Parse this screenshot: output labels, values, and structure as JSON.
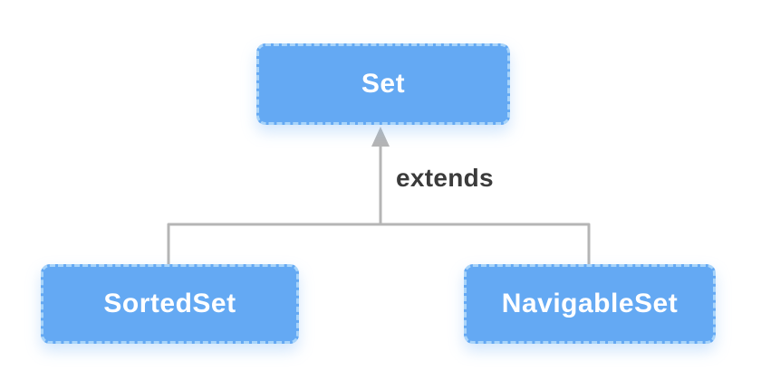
{
  "diagram": {
    "type": "class-hierarchy",
    "parent": {
      "label": "Set"
    },
    "relation_label": "extends",
    "children": [
      {
        "label": "SortedSet"
      },
      {
        "label": "NavigableSet"
      }
    ]
  },
  "colors": {
    "background": "#ffffff",
    "node_fill": "#64a9f3",
    "node_border": "#a8d4fa",
    "node_text": "#ffffff",
    "connector": "#b5b5b5",
    "relation_text": "#3b3b3b"
  }
}
